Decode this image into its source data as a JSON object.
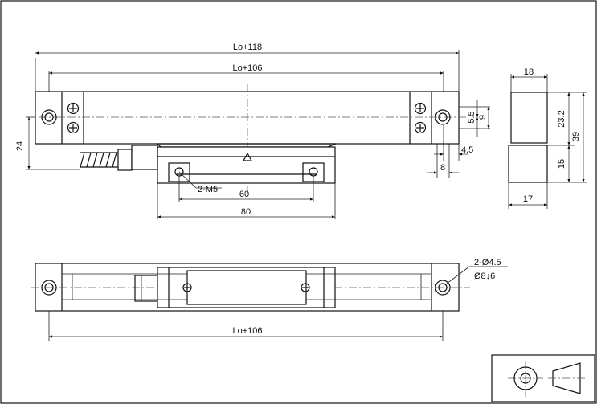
{
  "front_view": {
    "dim_total_length": "Lo+118",
    "dim_mount_length": "Lo+106",
    "dim_height": "24",
    "dim_hole_pitch": "60",
    "dim_head_length": "80",
    "label_thread": "2-M5",
    "dim_offset_55": "5.5",
    "dim_offset_9": "9",
    "dim_offset_45": "4.5",
    "dim_offset_8": "8"
  },
  "side_view": {
    "dim_width_top": "18",
    "dim_width_bottom": "17",
    "dim_232": "23.2",
    "dim_39": "39",
    "dim_15": "15"
  },
  "bottom_view": {
    "dim_mount_length": "Lo+106",
    "label_holes": "2-Ø4.5",
    "label_counterbore": "Ø8↓6"
  }
}
